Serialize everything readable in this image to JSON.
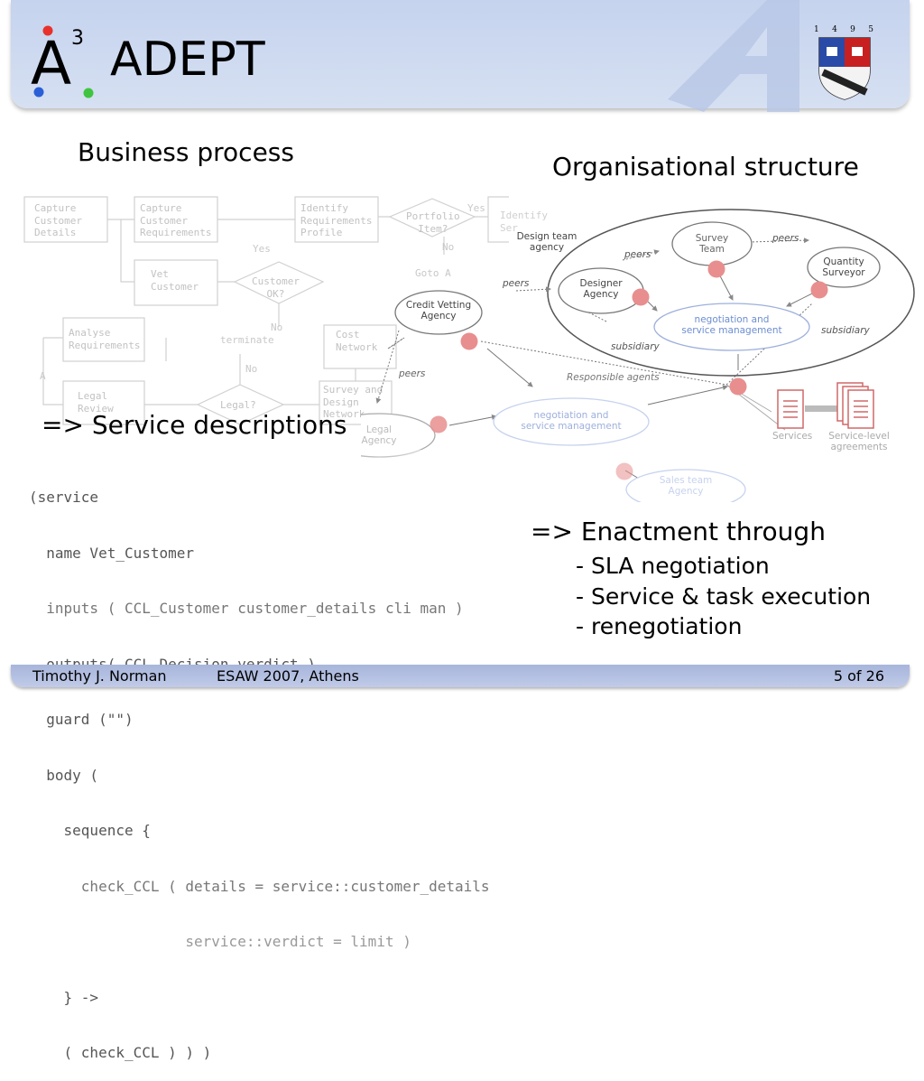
{
  "header": {
    "logo": {
      "letter": "A",
      "superscript": "3"
    },
    "title": "ADEPT",
    "crest_digits": [
      "1",
      "4",
      "9",
      "5"
    ]
  },
  "left_heading": "Business process",
  "right_heading": "Organisational structure",
  "flowchart": {
    "boxes": [
      "Capture\nCustomer\nDetails",
      "Capture\nCustomer\nRequirements",
      "Identify\nRequirements\nProfile",
      "Identify\nSer",
      "Vet\nCustomer",
      "Analyse\nRequirements",
      "Cost\nNetwork",
      "Legal\nReview",
      "Survey and\nDesign\nNetwork"
    ],
    "decisions": [
      "Portfolio\nItem?",
      "Customer\nOK?",
      "Legal?"
    ],
    "labels": [
      "Yes",
      "Yes",
      "No",
      "No",
      "terminate",
      "No",
      "Goto A",
      "A"
    ]
  },
  "org": {
    "nodes": {
      "survey_team": "Survey\nTeam",
      "quantity_surveyor": "Quantity\nSurveyor",
      "designer_agency": "Designer\nAgency",
      "nsm_top": "negotiation and\nservice management",
      "credit_vetting": "Credit Vetting\nAgency",
      "legal_agency": "Legal\nAgency",
      "nsm_bottom": "negotiation and\nservice management",
      "sales_team": "Sales team\nAgency"
    },
    "labels": {
      "design_team_agency": "Design team\nagency",
      "peers_1": "peers",
      "peers_2": "peers",
      "peers_3": "peers",
      "peers_4": "peers",
      "subsidiary_left": "subsidiary",
      "subsidiary_right": "subsidiary",
      "responsible_agents": "Responsible agents",
      "services": "Services",
      "slas": "Service-level\nagreements"
    }
  },
  "service_heading": "=> Service descriptions",
  "code_lines": [
    "(service",
    "  name Vet_Customer",
    "  inputs ( CCL_Customer customer_details cli man )",
    "  outputs( CCL_Decision verdict )",
    "  guard (\"\")",
    "  body (",
    "    sequence {",
    "      check_CCL ( details = service::customer_details",
    "                  service::verdict = limit )",
    "    } ->",
    "    ( check_CCL ) ) )"
  ],
  "enactment": {
    "heading": "=> Enactment through",
    "items": [
      "- SLA negotiation",
      "- Service & task execution",
      "- renegotiation"
    ]
  },
  "footer": {
    "author": "Timothy J. Norman",
    "event": "ESAW 2007, Athens",
    "page": "5 of 26"
  },
  "colors": {
    "header_bg": "#c9d6ef",
    "footer_bg": "#b3bfe0",
    "node_pink": "#e88e8e",
    "nsm_blue": "#7090c8",
    "logo_red": "#e8312d",
    "logo_blue": "#2a5fd7",
    "logo_green": "#3fc43f"
  }
}
